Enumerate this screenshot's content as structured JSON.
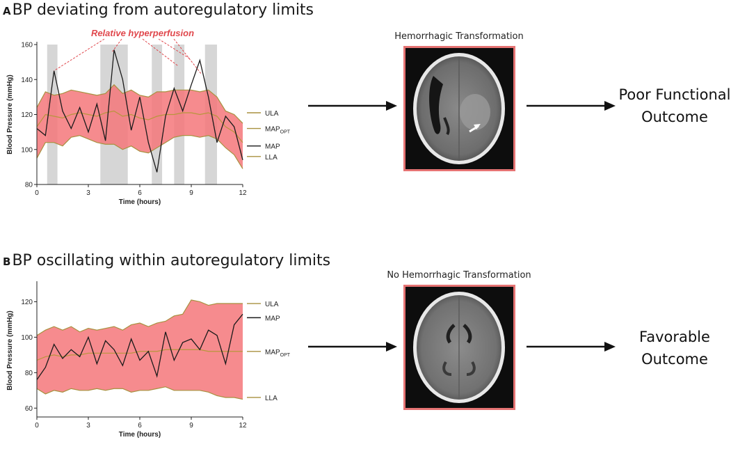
{
  "panel_a": {
    "letter": "A",
    "heading": "BP deviating from autoregulatory limits",
    "annotation": "Relative hyperperfusion",
    "ct_caption": "Hemorrhagic Transformation",
    "outcome_line1": "Poor Functional",
    "outcome_line2": "Outcome"
  },
  "panel_b": {
    "letter": "B",
    "heading": "BP oscillating within autoregulatory limits",
    "ct_caption": "No Hemorrhagic Transformation",
    "outcome_line1": "Favorable",
    "outcome_line2": "Outcome"
  },
  "colors": {
    "band_fill": "#f4777a",
    "band_edge": "#a8913f",
    "map_line": "#1a1a1a",
    "opt_line": "#b8963c",
    "shade": "#c8c8c8",
    "frame": "#e57373",
    "annotation": "#e0474c"
  },
  "icons": {
    "arrow": "right-arrow-icon"
  },
  "chart_data": [
    {
      "type": "area",
      "xlabel": "Time (hours)",
      "ylabel": "Blood Pressure (mmHg)",
      "xlim": [
        0,
        12
      ],
      "ylim": [
        80,
        160
      ],
      "xticks": [
        0,
        3,
        6,
        9,
        12
      ],
      "yticks": [
        80,
        100,
        120,
        140,
        160
      ],
      "legend": [
        {
          "main": "ULA",
          "sub": "",
          "y": 121
        },
        {
          "main": "MAP",
          "sub": "OPT",
          "y": 112
        },
        {
          "main": "MAP",
          "sub": "",
          "y": 102
        },
        {
          "main": "LLA",
          "sub": "",
          "y": 96
        }
      ],
      "shaded_intervals": [
        [
          0.6,
          1.2
        ],
        [
          3.7,
          5.3
        ],
        [
          6.7,
          7.3
        ],
        [
          8.0,
          8.6
        ],
        [
          9.8,
          10.5
        ]
      ],
      "x": [
        0,
        0.5,
        1,
        1.5,
        2,
        2.5,
        3,
        3.5,
        4,
        4.5,
        5,
        5.5,
        6,
        6.5,
        7,
        7.5,
        8,
        8.5,
        9,
        9.5,
        10,
        10.5,
        11,
        11.5,
        12
      ],
      "series": [
        {
          "name": "ULA",
          "values": [
            124,
            133,
            131,
            132,
            134,
            133,
            132,
            131,
            132,
            137,
            132,
            134,
            131,
            130,
            133,
            133,
            134,
            134,
            134,
            133,
            134,
            130,
            122,
            120,
            115
          ]
        },
        {
          "name": "MAPOPT",
          "values": [
            113,
            120,
            119,
            118,
            120,
            121,
            120,
            119,
            121,
            122,
            119,
            120,
            118,
            117,
            119,
            120,
            120,
            121,
            121,
            120,
            121,
            119,
            113,
            110,
            104
          ]
        },
        {
          "name": "LLA",
          "values": [
            95,
            104,
            104,
            102,
            107,
            108,
            106,
            104,
            103,
            103,
            100,
            102,
            99,
            98,
            101,
            104,
            107,
            108,
            108,
            107,
            108,
            106,
            101,
            97,
            89
          ]
        },
        {
          "name": "MAP",
          "values": [
            112,
            108,
            145,
            122,
            112,
            124,
            110,
            126,
            105,
            157,
            140,
            111,
            130,
            104,
            87,
            119,
            135,
            122,
            137,
            151,
            130,
            104,
            119,
            113,
            94
          ]
        }
      ]
    },
    {
      "type": "area",
      "xlabel": "Time (hours)",
      "ylabel": "Blood Pressure (mmHg)",
      "xlim": [
        0,
        12
      ],
      "ylim": [
        55,
        130
      ],
      "xticks": [
        0,
        3,
        6,
        9,
        12
      ],
      "yticks": [
        60,
        80,
        100,
        120
      ],
      "legend": [
        {
          "main": "ULA",
          "sub": "",
          "y": 119
        },
        {
          "main": "MAP",
          "sub": "",
          "y": 111
        },
        {
          "main": "MAP",
          "sub": "OPT",
          "y": 92
        },
        {
          "main": "LLA",
          "sub": "",
          "y": 66
        }
      ],
      "shaded_intervals": [],
      "x": [
        0,
        0.5,
        1,
        1.5,
        2,
        2.5,
        3,
        3.5,
        4,
        4.5,
        5,
        5.5,
        6,
        6.5,
        7,
        7.5,
        8,
        8.5,
        9,
        9.5,
        10,
        10.5,
        11,
        11.5,
        12
      ],
      "series": [
        {
          "name": "ULA",
          "values": [
            101,
            104,
            106,
            104,
            106,
            103,
            105,
            104,
            105,
            106,
            104,
            107,
            108,
            106,
            108,
            109,
            112,
            113,
            121,
            120,
            118,
            119,
            119,
            119,
            119
          ]
        },
        {
          "name": "MAPOPT",
          "values": [
            87,
            89,
            90,
            89,
            90,
            90,
            91,
            91,
            91,
            91,
            91,
            91,
            92,
            92,
            92,
            93,
            93,
            93,
            93,
            93,
            92,
            92,
            92,
            92,
            92
          ]
        },
        {
          "name": "LLA",
          "values": [
            71,
            68,
            70,
            69,
            71,
            70,
            70,
            71,
            70,
            71,
            71,
            69,
            70,
            70,
            71,
            72,
            70,
            70,
            70,
            70,
            69,
            67,
            66,
            66,
            65
          ]
        },
        {
          "name": "MAP",
          "values": [
            76,
            83,
            96,
            88,
            93,
            89,
            100,
            85,
            98,
            93,
            84,
            99,
            87,
            92,
            78,
            103,
            87,
            97,
            99,
            93,
            104,
            101,
            85,
            107,
            113
          ]
        }
      ]
    }
  ]
}
